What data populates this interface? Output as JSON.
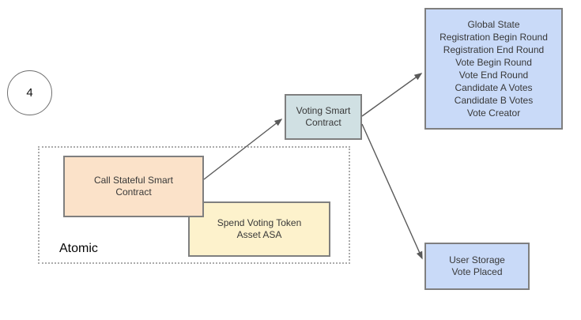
{
  "badge": {
    "label": "4"
  },
  "atomic_group": {
    "label": "Atomic"
  },
  "nodes": {
    "call_stateful_smart_contract": {
      "lines": [
        "Call Stateful Smart",
        "Contract"
      ],
      "fill": "#fbe2c9"
    },
    "spend_voting_token": {
      "lines": [
        "Spend Voting Token",
        "Asset ASA"
      ],
      "fill": "#fdf2cc"
    },
    "voting_smart_contract": {
      "lines": [
        "Voting Smart",
        "Contract"
      ],
      "fill": "#d0e0e3"
    },
    "global_state": {
      "lines": [
        "Global State",
        "Registration Begin Round",
        "Registration End Round",
        "Vote Begin Round",
        "Vote End Round",
        "Candidate A Votes",
        "Candidate B Votes",
        "Vote Creator"
      ],
      "fill": "#c9daf8"
    },
    "user_storage": {
      "lines": [
        "User Storage",
        "Vote Placed"
      ],
      "fill": "#c9daf8"
    }
  },
  "style": {
    "node_border_color": "#7f7f7f",
    "arrow_color": "#595959",
    "atomic_border_color": "#ababab"
  }
}
